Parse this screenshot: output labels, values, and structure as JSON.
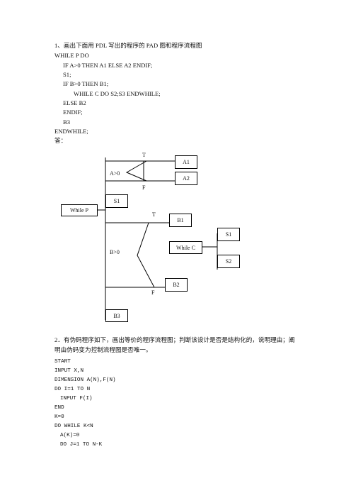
{
  "q1": {
    "title": "1、画出下面用 PDL 写出的程序的 PAD 图和程序流程图",
    "code": [
      "WHILE P DO",
      "IF A>0 THEN A1 ELSE A2 ENDIF;",
      "S1;",
      "IF B>0 THEN B1;",
      "WHILE C DO S2;S3 ENDWHILE;",
      "ELSE B2",
      "ENDIF;",
      "B3",
      "ENDWHILE;"
    ],
    "answer_label": "答："
  },
  "pad": {
    "while_p": "While P",
    "cond_a": "A>0",
    "a1": "A1",
    "a2": "A2",
    "s1_main": "S1",
    "cond_b": "B>0",
    "b1": "B1",
    "while_c": "While C",
    "s1_inner": "S1",
    "s2": "S2",
    "b2": "B2",
    "b3": "B3",
    "t_label": "T",
    "f_label": "F"
  },
  "q2": {
    "line1": "2．有伪码程序如下，画出等价的程序流程图；判断该设计是否是结构化的，说明理由；阐",
    "line2": "明由伪码变为控制流程图是否唯一。",
    "code": [
      "START",
      "INPUT X,N",
      "DIMENSION A(N),F(N)",
      "DO  I=1 TO N",
      "INPUT F(I)",
      "END",
      "K=0",
      "DO WHILE K<N",
      "A(K)=0",
      "DO  J=1 TO N-K"
    ]
  }
}
